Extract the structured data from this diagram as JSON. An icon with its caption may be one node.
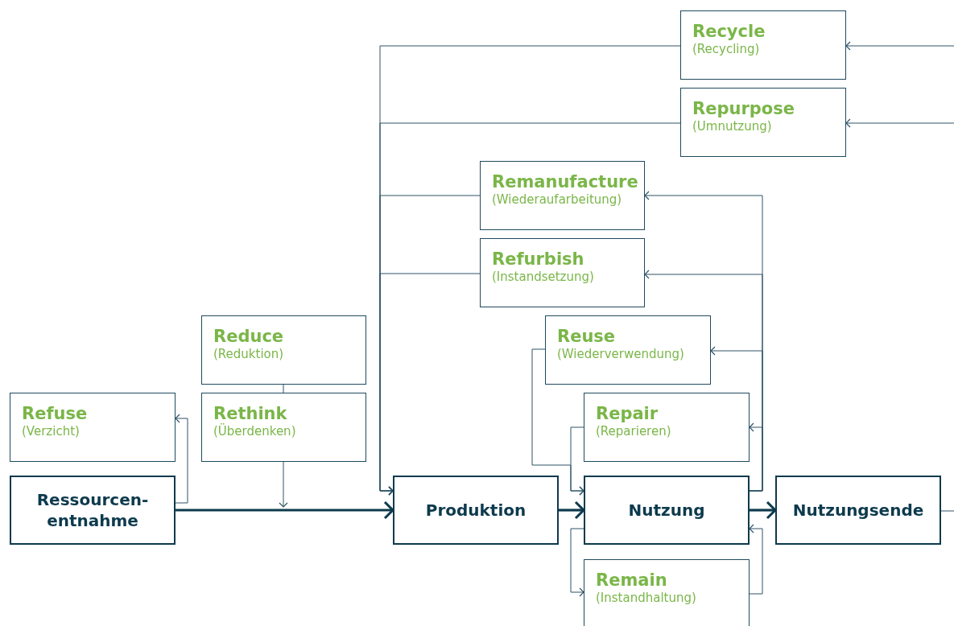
{
  "diagram": {
    "nodes": [
      {
        "text": [
          "Recycle",
          "(Recycling)"
        ]
      },
      {
        "text": [
          "Repurpose",
          "(Umnutzung)"
        ]
      },
      {
        "text": [
          "Remanufacture",
          "(Wiederaufarbeitung)"
        ]
      },
      {
        "text": [
          "Refurbish",
          "(Instandsetzung)"
        ]
      },
      {
        "text": [
          "Reduce",
          "(Reduktion)"
        ]
      },
      {
        "text": [
          "Reuse",
          "(Wiederverwendung)"
        ]
      },
      {
        "text": [
          "Refuse",
          "(Verzicht)"
        ]
      },
      {
        "text": [
          "Rethink",
          "(Überdenken)"
        ]
      },
      {
        "text": [
          "Repair",
          "(Reparieren)"
        ]
      },
      {
        "text": [
          "Ressourcen-entnahme"
        ]
      },
      {
        "text": [
          "Produktion"
        ]
      },
      {
        "text": [
          "Nutzung"
        ]
      },
      {
        "text": [
          "Nutzungsende"
        ]
      },
      {
        "text": [
          "Remain",
          "(Instandhaltung)"
        ]
      }
    ],
    "edges": [
      {
        "from": 9,
        "to": 10,
        "arrow": "to",
        "style": "thick"
      },
      {
        "from": 9,
        "to": 6,
        "arrow": "to"
      },
      {
        "from": 4,
        "to": 7,
        "arrow": "none"
      },
      {
        "from": 7,
        "to": null,
        "arrow": "to"
      },
      {
        "from": 10,
        "to": 11,
        "arrow": "to",
        "style": "thick"
      },
      {
        "from": 11,
        "to": 12,
        "arrow": "to",
        "style": "thick"
      },
      {
        "from": 12,
        "to": null,
        "arrow": "none"
      },
      {
        "from": null,
        "to": 0,
        "arrow": "to"
      },
      {
        "from": null,
        "to": 1,
        "arrow": "to"
      },
      {
        "from": 0,
        "to": 10,
        "arrow": "to"
      },
      {
        "from": 1,
        "to": 10,
        "arrow": "to"
      },
      {
        "from": 2,
        "to": 10,
        "arrow": "to"
      },
      {
        "from": 3,
        "to": 10,
        "arrow": "to"
      },
      {
        "from": 11,
        "to": 2,
        "arrow": "to"
      },
      {
        "from": 11,
        "to": 3,
        "arrow": "to"
      },
      {
        "from": 11,
        "to": 5,
        "arrow": "to"
      },
      {
        "from": 11,
        "to": 8,
        "arrow": "to"
      },
      {
        "from": 5,
        "to": 11,
        "arrow": "to"
      },
      {
        "from": 8,
        "to": 11,
        "arrow": "to"
      },
      {
        "from": 11,
        "to": 13,
        "arrow": "to"
      },
      {
        "from": 13,
        "to": 11,
        "arrow": "to"
      }
    ]
  }
}
